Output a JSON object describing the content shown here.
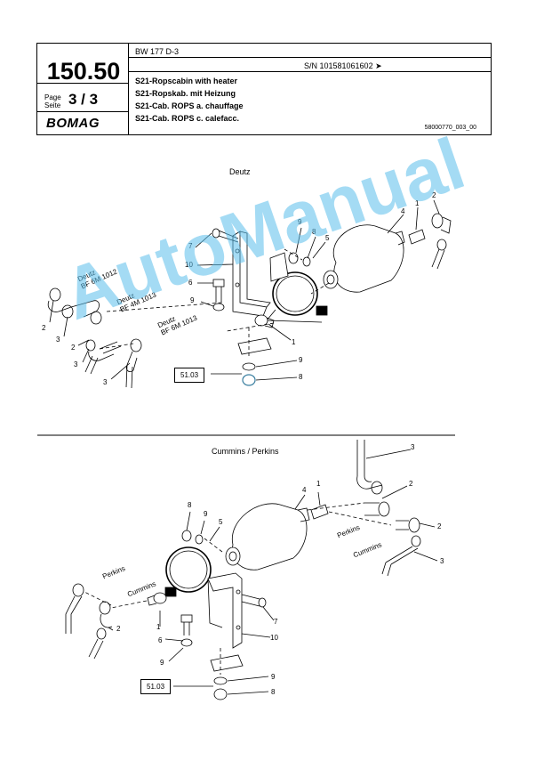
{
  "header": {
    "page_number": "150.50",
    "page_label_line1": "Page",
    "page_label_line2": "Seite",
    "page_of": "3 / 3",
    "logo": "BOMAG",
    "model": "BW 177 D-3",
    "serial": "S/N 101581061602  ➤",
    "titles": [
      "S21-Ropscabin with heater",
      "S21-Ropskab. mit Heizung",
      "S21-Cab. ROPS a. chauffage",
      "S21-Cab. ROPS c. calefacc."
    ],
    "doc_number": "58000770_003_00"
  },
  "sections": {
    "top_title": "Deutz",
    "bottom_title": "Cummins / Perkins"
  },
  "engine_labels": {
    "deutz": "Deutz",
    "bf6m1012": "BF 6M 1012",
    "bf4m1013": "BF 4M 1013",
    "bf6m1013": "BF 6M 1013",
    "perkins": "Perkins",
    "cummins": "Cummins"
  },
  "reference": "51.03",
  "callout_numbers": [
    "1",
    "2",
    "3",
    "4",
    "5",
    "6",
    "7",
    "8",
    "9",
    "10"
  ],
  "watermark": "AutoManual",
  "colors": {
    "watermark": "#5abeeb",
    "line": "#000000"
  }
}
